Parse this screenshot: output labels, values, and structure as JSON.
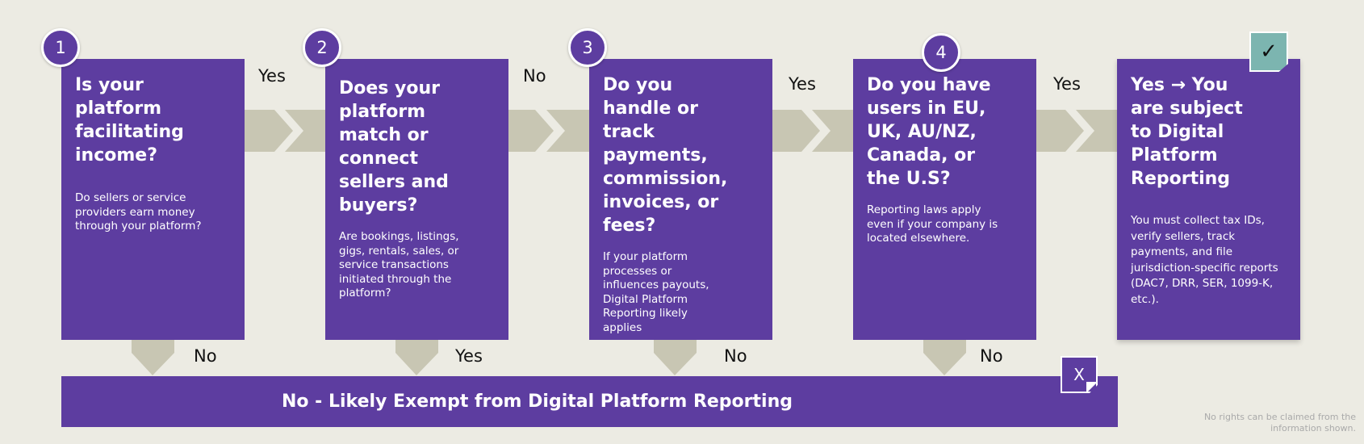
{
  "steps": [
    {
      "number": "1",
      "title": "Is your platform facilitating income?",
      "description": "Do sellers or service providers earn money through your platform?"
    },
    {
      "number": "2",
      "title": "Does your platform match or connect sellers and buyers?",
      "description": "Are bookings, listings, gigs, rentals, sales, or service transactions initiated through the platform?"
    },
    {
      "number": "3",
      "title": "Do you handle or track payments, commission, invoices, or fees?",
      "description": "If your platform processes or influences payouts, Digital Platform Reporting likely applies"
    },
    {
      "number": "4",
      "title": "Do you have users in EU, UK, AU/NZ, Canada, or the U.S?",
      "description": "Reporting laws apply even if your company is located elsewhere."
    }
  ],
  "result": {
    "title": "Yes → You are subject to Digital Platform Reporting",
    "description": "You must collect tax IDs, verify sellers, track payments, and file jurisdiction-specific reports (DAC7, DRR, SER, 1099-K, etc.).",
    "check_symbol": "✓"
  },
  "horizontal_labels": [
    "Yes",
    "No",
    "Yes",
    "Yes"
  ],
  "down_labels": [
    "No",
    "Yes",
    "No",
    "No"
  ],
  "exempt": {
    "text": "No - Likely Exempt from Digital Platform Reporting",
    "x_symbol": "X"
  },
  "footnote": "No rights can be claimed from the information shown.",
  "colors": {
    "box": "#5d3da0",
    "background": "#ecebe3",
    "arrow": "#c8c6b3",
    "check": "#7cb5b0"
  }
}
